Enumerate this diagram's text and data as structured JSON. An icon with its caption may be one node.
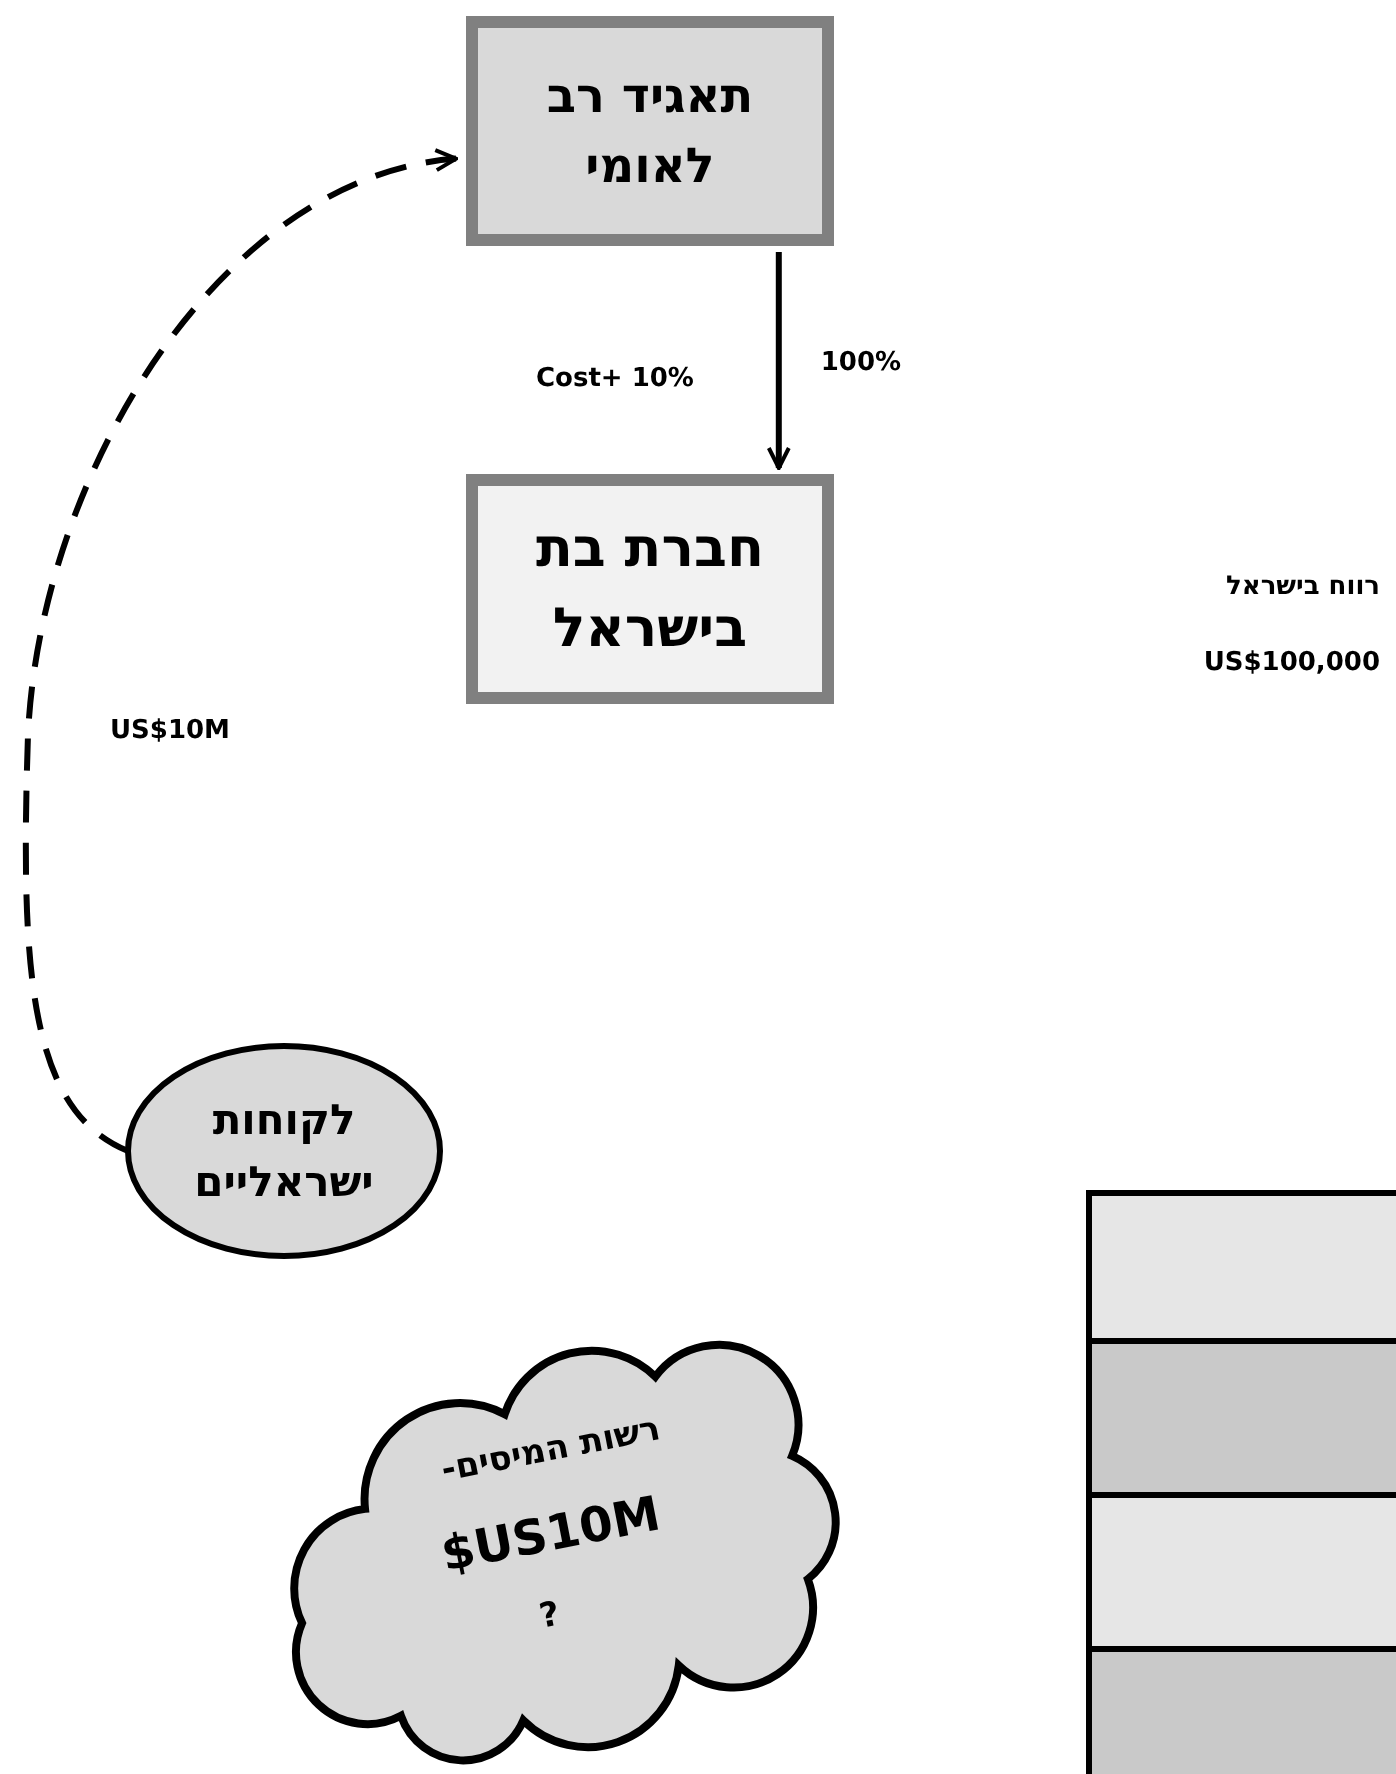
{
  "diagram": {
    "nodes": [
      {
        "text": [
          "תאגיד רב לאומי"
        ]
      },
      {
        "text": [
          "חברת בת בישראל"
        ],
        "beside": [
          "רווח בישראל",
          "US$100,000"
        ]
      },
      {
        "text": [
          "לקוחות ישראליים"
        ]
      },
      {
        "text": [
          "רשות המיסים-",
          "$US10M",
          "?"
        ]
      },
      {
        "text": [],
        "shape": "box"
      },
      {
        "text": [],
        "shape": "box"
      },
      {
        "text": [],
        "shape": "box"
      },
      {
        "text": [],
        "shape": "box"
      }
    ],
    "edges": [
      {
        "from": 0,
        "to": 1,
        "arrow": "to",
        "label": "100%"
      },
      {
        "from": 2,
        "to": 0,
        "arrow": "to",
        "label": "US$10M",
        "style": "dashed"
      }
    ],
    "labels": [
      "Cost+ 10%"
    ]
  }
}
